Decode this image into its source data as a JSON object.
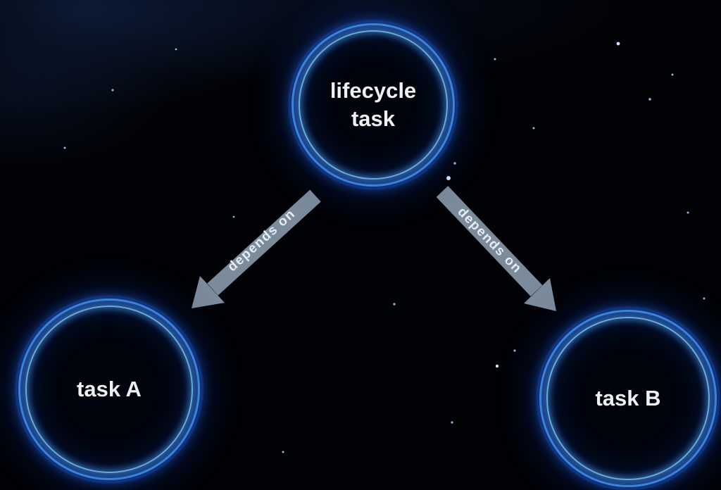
{
  "diagram": {
    "nodes": [
      {
        "id": "lifecycle-task",
        "label": "lifecycle task"
      },
      {
        "id": "task-a",
        "label": "task A"
      },
      {
        "id": "task-b",
        "label": "task B"
      }
    ],
    "edges": [
      {
        "from": "lifecycle-task",
        "to": "task-a",
        "label": "depends on"
      },
      {
        "from": "lifecycle-task",
        "to": "task-b",
        "label": "depends on"
      }
    ],
    "colors": {
      "background": "#010205",
      "ring_glow": "#2f7dff",
      "ring_highlight": "#7fd0ff",
      "arrow": "#7b8b9b",
      "node_text": "#eef1f4",
      "edge_text": "#e6ecf1"
    }
  }
}
